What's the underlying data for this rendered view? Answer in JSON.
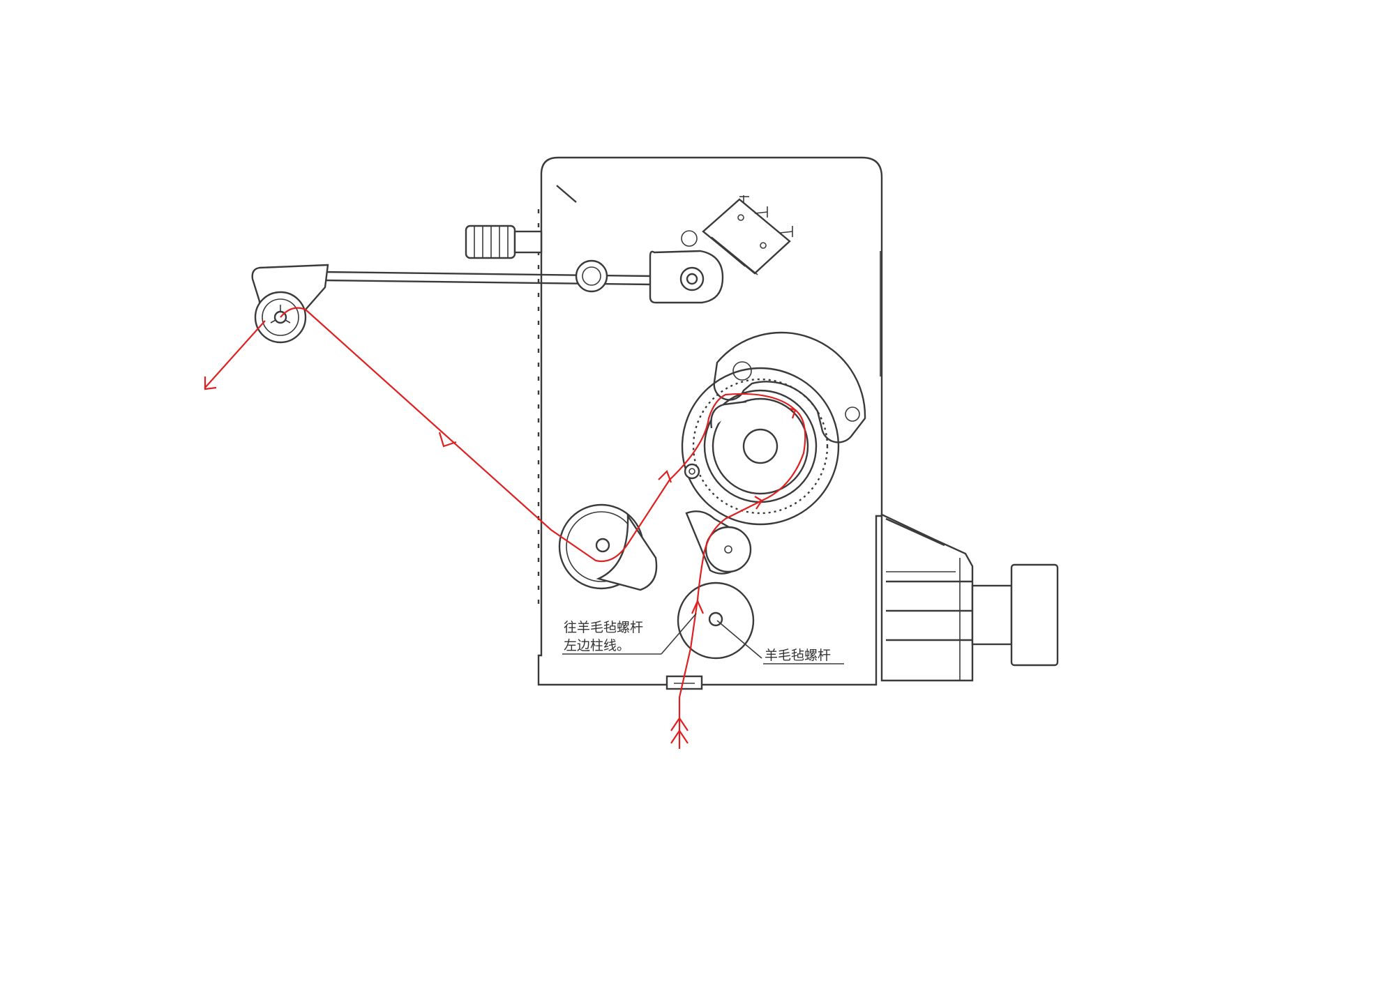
{
  "labels": {
    "left_line1": "往羊毛毡螺杆",
    "left_line2": "左边柱线。",
    "right": "羊毛毡螺杆"
  },
  "colors": {
    "line": "#3a3a3a",
    "thread": "#e02020",
    "background": "#ffffff"
  }
}
